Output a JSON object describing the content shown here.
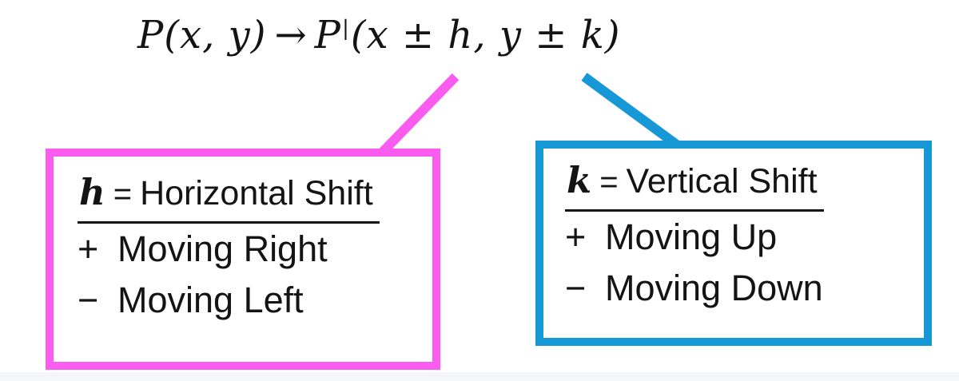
{
  "colors": {
    "horizontal_accent": "#fb5cf0",
    "vertical_accent": "#1798d6",
    "text": "#141414",
    "background": "#ffffff",
    "footer_strip": "#f5f6f9"
  },
  "formula": {
    "lhs_point": "P",
    "lhs_args": "(x, y)",
    "arrow": "→",
    "rhs_point": "P",
    "prime_mark": "|",
    "rhs_args": "(x ± h, y ± k)"
  },
  "boxes": [
    {
      "name": "horizontal-shift",
      "variable": "h",
      "equals": "=",
      "title": "Horizontal Shift",
      "rules": [
        {
          "sign": "+",
          "label": "Moving Right"
        },
        {
          "sign": "−",
          "label": "Moving Left"
        }
      ]
    },
    {
      "name": "vertical-shift",
      "variable": "k",
      "equals": "=",
      "title": "Vertical Shift",
      "rules": [
        {
          "sign": "+",
          "label": "Moving Up"
        },
        {
          "sign": "−",
          "label": "Moving Down"
        }
      ]
    }
  ]
}
